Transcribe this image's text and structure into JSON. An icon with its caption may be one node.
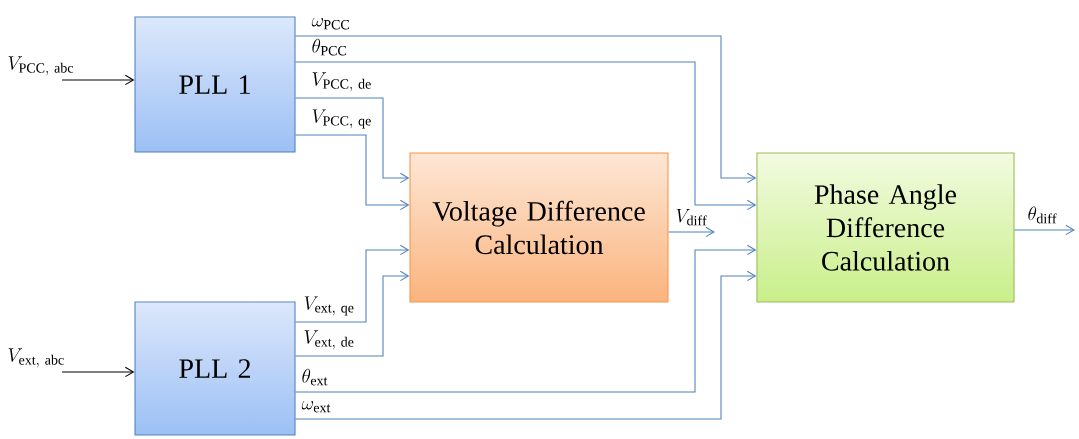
{
  "diagram": {
    "nodes": [
      {
        "text": [
          "PLL 1"
        ]
      },
      {
        "text": [
          "PLL 2"
        ]
      },
      {
        "text": [
          "Voltage Difference Calculation"
        ]
      },
      {
        "text": [
          "Phase Angle Difference Calculation"
        ]
      }
    ],
    "edges": [
      {
        "from": null,
        "to": 0,
        "arrow": "to",
        "label": "V_{\\mathrm{PCC,\\ abc}}",
        "color": "#000000"
      },
      {
        "from": null,
        "to": 1,
        "arrow": "to",
        "label": "V_{\\mathrm{ext,\\ abc}}",
        "color": "#000000"
      },
      {
        "from": 0,
        "to": 3,
        "arrow": "to",
        "label": "\\omega_{\\mathrm{PCC}}"
      },
      {
        "from": 0,
        "to": 3,
        "arrow": "to",
        "label": "\\theta_{\\mathrm{PCC}}"
      },
      {
        "from": 0,
        "to": 2,
        "arrow": "to",
        "label": "V_{\\mathrm{PCC,\\ de}}"
      },
      {
        "from": 0,
        "to": 2,
        "arrow": "to",
        "label": "V_{\\mathrm{PCC,\\ qe}}"
      },
      {
        "from": 1,
        "to": 2,
        "arrow": "to",
        "label": "V_{\\mathrm{ext,\\ qe}}"
      },
      {
        "from": 1,
        "to": 2,
        "arrow": "to",
        "label": "V_{\\mathrm{ext,\\ de}}"
      },
      {
        "from": 1,
        "to": 3,
        "arrow": "to",
        "label": "\\theta_{\\mathrm{ext}}"
      },
      {
        "from": 1,
        "to": 3,
        "arrow": "to",
        "label": "\\omega_{\\mathrm{ext}}"
      },
      {
        "from": 2,
        "to": null,
        "arrow": "to",
        "label": "V_{\\mathrm{diff}}"
      },
      {
        "from": 3,
        "to": null,
        "arrow": "to",
        "label": "\\theta_{\\mathrm{diff}}"
      }
    ]
  }
}
